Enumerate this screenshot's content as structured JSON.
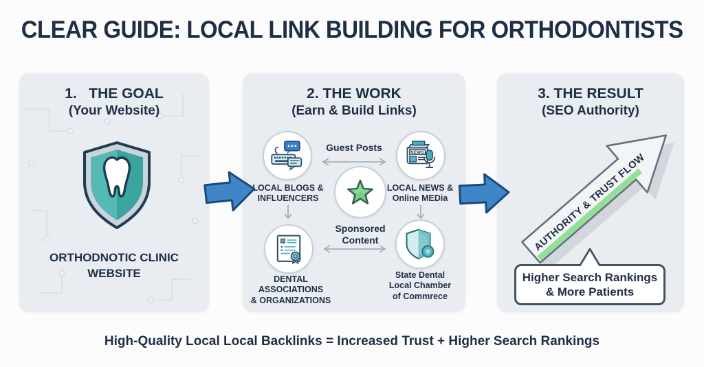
{
  "title": "CLEAR GUIDE: LOCAL LINK BUILDING FOR ORTHODONTISTS",
  "footer": "High-Quality Local Local Backlinks = Increased Trust + Higher Search Rankings",
  "colors": {
    "navy_text": "#1d2e45",
    "accent_blue": "#3e86c7",
    "teal": "#4aaebc",
    "green": "#79d389",
    "panel_bg": "#e9edf2"
  },
  "panels": {
    "goal": {
      "heading": "1.   THE GOAL",
      "subheading": "(Your Website)",
      "icon": "tooth-shield-icon",
      "caption": "ORTHODNOTIC CLINIC\nWEBSITE"
    },
    "work": {
      "heading": "2. THE WORK",
      "subheading": "(Earn & Build Links)",
      "top_link_label": "Guest Posts",
      "center_label": "Sponsored\nContent",
      "news_icon_text": "NEWS",
      "nodes": [
        {
          "id": "blogs",
          "icon": "keyboard-chat-icon",
          "label": "LOCAL BLOGS &\nINFLUENCERS"
        },
        {
          "id": "news",
          "icon": "newspaper-mic-icon",
          "label": "LOCAL NEWS &\nOnline MEDia"
        },
        {
          "id": "associations",
          "icon": "certificate-icon",
          "label": "DENTAL ASSOCIATIONS\n& ORGANIZATIONS"
        },
        {
          "id": "chamber",
          "icon": "shield-badge-icon",
          "label": "State Dental\nLocal Chamber\nof Commrece"
        }
      ]
    },
    "result": {
      "heading": "3. THE RESULT",
      "subheading": "(SEO Authority)",
      "arrow_label": "AUTHORITY & TRUST FLOW",
      "callout": "Higher Search Rankings\n& More Patients"
    }
  }
}
